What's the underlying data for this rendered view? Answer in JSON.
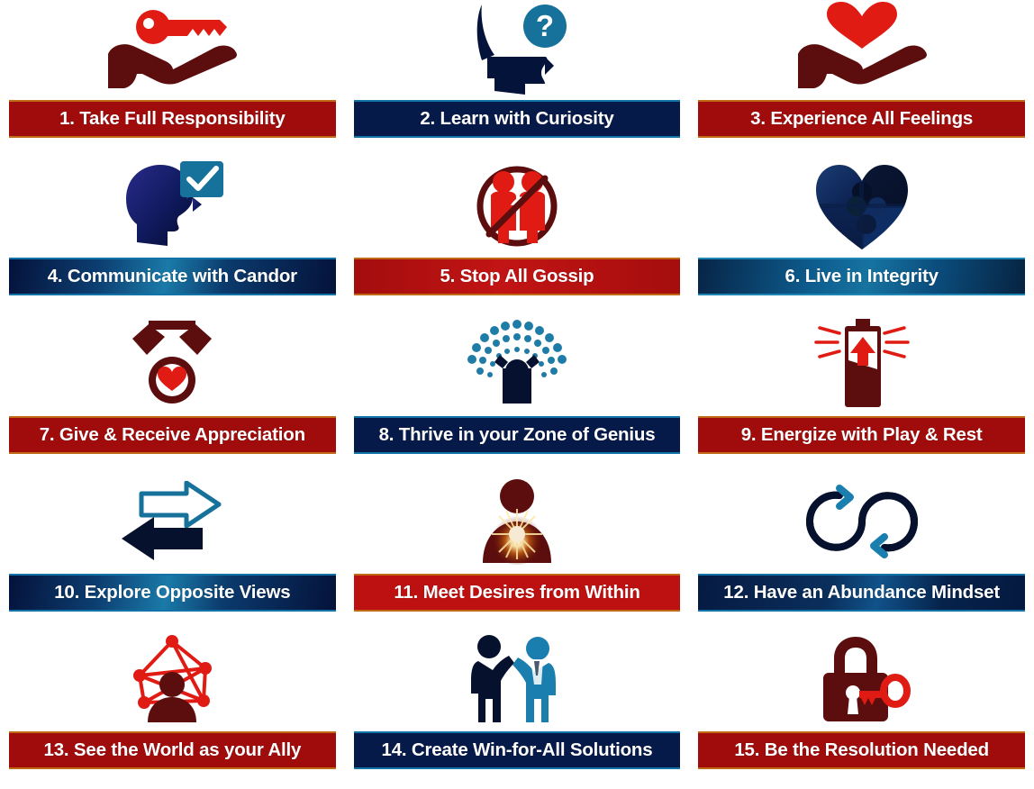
{
  "colors": {
    "dark_red": "#a00c0c",
    "bright_red": "#e01b14",
    "deep_maroon": "#5c0d0d",
    "navy": "#061a4a",
    "teal": "#16719b",
    "white": "#ffffff",
    "gold_border": "#c06a16",
    "blue_border": "#1273a8"
  },
  "cells": [
    {
      "number": "1",
      "label": "1. Take Full Responsibility",
      "icon": "hand-holding-key-icon",
      "bar_style": "red"
    },
    {
      "number": "2",
      "label": "2. Learn with Curiosity",
      "icon": "open-head-question-mark-icon",
      "bar_style": "navy"
    },
    {
      "number": "3",
      "label": "3. Experience All Feelings",
      "icon": "hand-holding-heart-icon",
      "bar_style": "red"
    },
    {
      "number": "4",
      "label": "4. Communicate with Candor",
      "icon": "head-speech-checkmark-icon",
      "bar_style": "navy-grad"
    },
    {
      "number": "5",
      "label": "5. Stop All Gossip",
      "icon": "no-gossip-prohibition-icon",
      "bar_style": "red-grad"
    },
    {
      "number": "6",
      "label": "6. Live in Integrity",
      "icon": "puzzle-heart-icon",
      "bar_style": "blue-grad"
    },
    {
      "number": "7",
      "label": "7. Give & Receive Appreciation",
      "icon": "medal-heart-icon",
      "bar_style": "red"
    },
    {
      "number": "8",
      "label": "8. Thrive in your Zone of Genius",
      "icon": "person-arms-raised-radiance-icon",
      "bar_style": "navy"
    },
    {
      "number": "9",
      "label": "9. Energize with Play & Rest",
      "icon": "battery-charging-icon",
      "bar_style": "red"
    },
    {
      "number": "10",
      "label": "10. Explore Opposite Views",
      "icon": "two-opposite-arrows-icon",
      "bar_style": "navy-grad"
    },
    {
      "number": "11",
      "label": "11. Meet Desires from Within",
      "icon": "person-inner-light-icon",
      "bar_style": "red-bright"
    },
    {
      "number": "12",
      "label": "12. Have an Abundance Mindset",
      "icon": "infinity-loop-arrows-icon",
      "bar_style": "navy-soft"
    },
    {
      "number": "13",
      "label": "13. See the World as your Ally",
      "icon": "person-network-nodes-icon",
      "bar_style": "red"
    },
    {
      "number": "14",
      "label": "14. Create Win-for-All Solutions",
      "icon": "two-people-high-five-icon",
      "bar_style": "navy"
    },
    {
      "number": "15",
      "label": "15. Be the Resolution Needed",
      "icon": "padlock-with-key-icon",
      "bar_style": "red"
    }
  ]
}
